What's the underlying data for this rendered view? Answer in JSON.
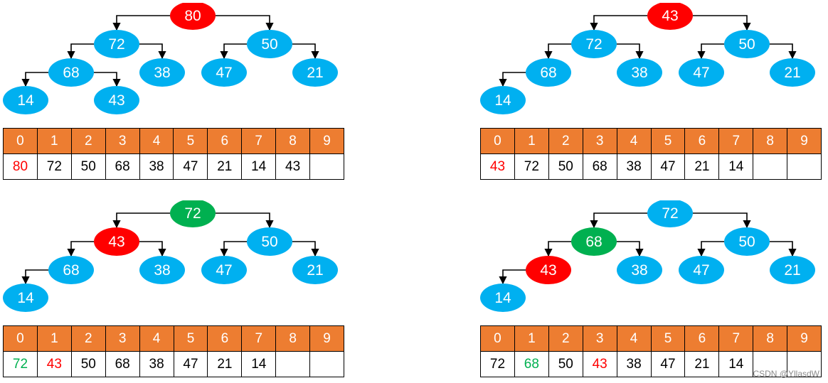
{
  "colors": {
    "node_default": "#00B0F0",
    "node_red": "#FF0000",
    "node_green": "#00B050",
    "header_bg": "#ED7D31",
    "text_red": "#FF0000",
    "text_green": "#00B050"
  },
  "indices": [
    "0",
    "1",
    "2",
    "3",
    "4",
    "5",
    "6",
    "7",
    "8",
    "9"
  ],
  "panels": [
    {
      "nodes": [
        {
          "label": "80",
          "color": "red"
        },
        {
          "label": "72",
          "color": "default"
        },
        {
          "label": "50",
          "color": "default"
        },
        {
          "label": "68",
          "color": "default"
        },
        {
          "label": "38",
          "color": "default"
        },
        {
          "label": "47",
          "color": "default"
        },
        {
          "label": "21",
          "color": "default"
        },
        {
          "label": "14",
          "color": "default"
        },
        {
          "label": "43",
          "color": "default"
        }
      ],
      "array": [
        {
          "v": "80",
          "c": "red"
        },
        {
          "v": "72"
        },
        {
          "v": "50"
        },
        {
          "v": "68"
        },
        {
          "v": "38"
        },
        {
          "v": "47"
        },
        {
          "v": "21"
        },
        {
          "v": "14"
        },
        {
          "v": "43"
        },
        {
          "v": ""
        }
      ]
    },
    {
      "nodes": [
        {
          "label": "43",
          "color": "red"
        },
        {
          "label": "72",
          "color": "default"
        },
        {
          "label": "50",
          "color": "default"
        },
        {
          "label": "68",
          "color": "default"
        },
        {
          "label": "38",
          "color": "default"
        },
        {
          "label": "47",
          "color": "default"
        },
        {
          "label": "21",
          "color": "default"
        },
        {
          "label": "14",
          "color": "default"
        }
      ],
      "array": [
        {
          "v": "43",
          "c": "red"
        },
        {
          "v": "72"
        },
        {
          "v": "50"
        },
        {
          "v": "68"
        },
        {
          "v": "38"
        },
        {
          "v": "47"
        },
        {
          "v": "21"
        },
        {
          "v": "14"
        },
        {
          "v": ""
        },
        {
          "v": ""
        }
      ]
    },
    {
      "nodes": [
        {
          "label": "72",
          "color": "green"
        },
        {
          "label": "43",
          "color": "red"
        },
        {
          "label": "50",
          "color": "default"
        },
        {
          "label": "68",
          "color": "default"
        },
        {
          "label": "38",
          "color": "default"
        },
        {
          "label": "47",
          "color": "default"
        },
        {
          "label": "21",
          "color": "default"
        },
        {
          "label": "14",
          "color": "default"
        }
      ],
      "array": [
        {
          "v": "72",
          "c": "green"
        },
        {
          "v": "43",
          "c": "red"
        },
        {
          "v": "50"
        },
        {
          "v": "68"
        },
        {
          "v": "38"
        },
        {
          "v": "47"
        },
        {
          "v": "21"
        },
        {
          "v": "14"
        },
        {
          "v": ""
        },
        {
          "v": ""
        }
      ]
    },
    {
      "nodes": [
        {
          "label": "72",
          "color": "default"
        },
        {
          "label": "68",
          "color": "green"
        },
        {
          "label": "50",
          "color": "default"
        },
        {
          "label": "43",
          "color": "red"
        },
        {
          "label": "38",
          "color": "default"
        },
        {
          "label": "47",
          "color": "default"
        },
        {
          "label": "21",
          "color": "default"
        },
        {
          "label": "14",
          "color": "default"
        }
      ],
      "array": [
        {
          "v": "72"
        },
        {
          "v": "68",
          "c": "green"
        },
        {
          "v": "50"
        },
        {
          "v": "43",
          "c": "red"
        },
        {
          "v": "38"
        },
        {
          "v": "47"
        },
        {
          "v": "21"
        },
        {
          "v": "14"
        },
        {
          "v": ""
        },
        {
          "v": ""
        }
      ]
    }
  ],
  "watermark": "CSDN @YllasdW"
}
